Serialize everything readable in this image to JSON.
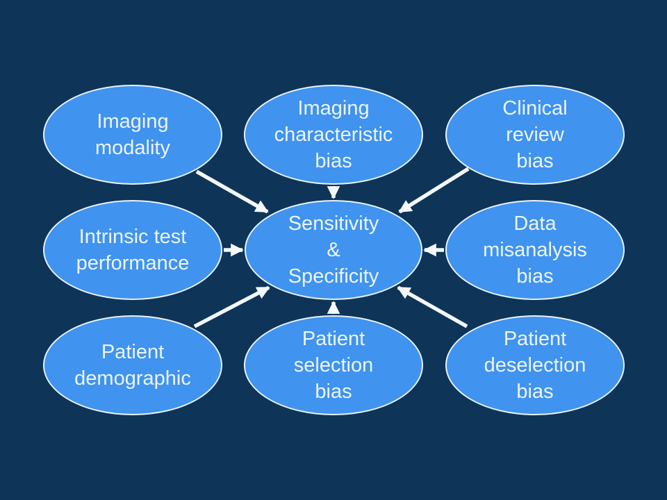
{
  "colors": {
    "background": "#0E3458",
    "node_fill": "#4093EE",
    "node_border": "#E9F2FB",
    "text": "#EDF5FE",
    "arrow": "#F4F8FC"
  },
  "diagram": {
    "center_node": {
      "id": "sensitivity-specificity",
      "label": "Sensitivity\n&\nSpecificity"
    },
    "nodes": [
      {
        "id": "imaging-modality",
        "label": "Imaging\nmodality"
      },
      {
        "id": "imaging-characteristic-bias",
        "label": "Imaging\ncharacteristic\nbias"
      },
      {
        "id": "clinical-review-bias",
        "label": "Clinical\nreview\nbias"
      },
      {
        "id": "intrinsic-test-performance",
        "label": "Intrinsic test\nperformance"
      },
      {
        "id": "data-misanalysis-bias",
        "label": "Data\nmisanalysis\nbias"
      },
      {
        "id": "patient-demographic",
        "label": "Patient\ndemographic"
      },
      {
        "id": "patient-selection-bias",
        "label": "Patient\nselection\nbias"
      },
      {
        "id": "patient-deselection-bias",
        "label": "Patient\ndeselection\nbias"
      }
    ],
    "edges": [
      {
        "from": "imaging-modality",
        "to": "sensitivity-specificity"
      },
      {
        "from": "imaging-characteristic-bias",
        "to": "sensitivity-specificity"
      },
      {
        "from": "clinical-review-bias",
        "to": "sensitivity-specificity"
      },
      {
        "from": "intrinsic-test-performance",
        "to": "sensitivity-specificity"
      },
      {
        "from": "data-misanalysis-bias",
        "to": "sensitivity-specificity"
      },
      {
        "from": "patient-demographic",
        "to": "sensitivity-specificity"
      },
      {
        "from": "patient-selection-bias",
        "to": "sensitivity-specificity"
      },
      {
        "from": "patient-deselection-bias",
        "to": "sensitivity-specificity"
      }
    ]
  }
}
